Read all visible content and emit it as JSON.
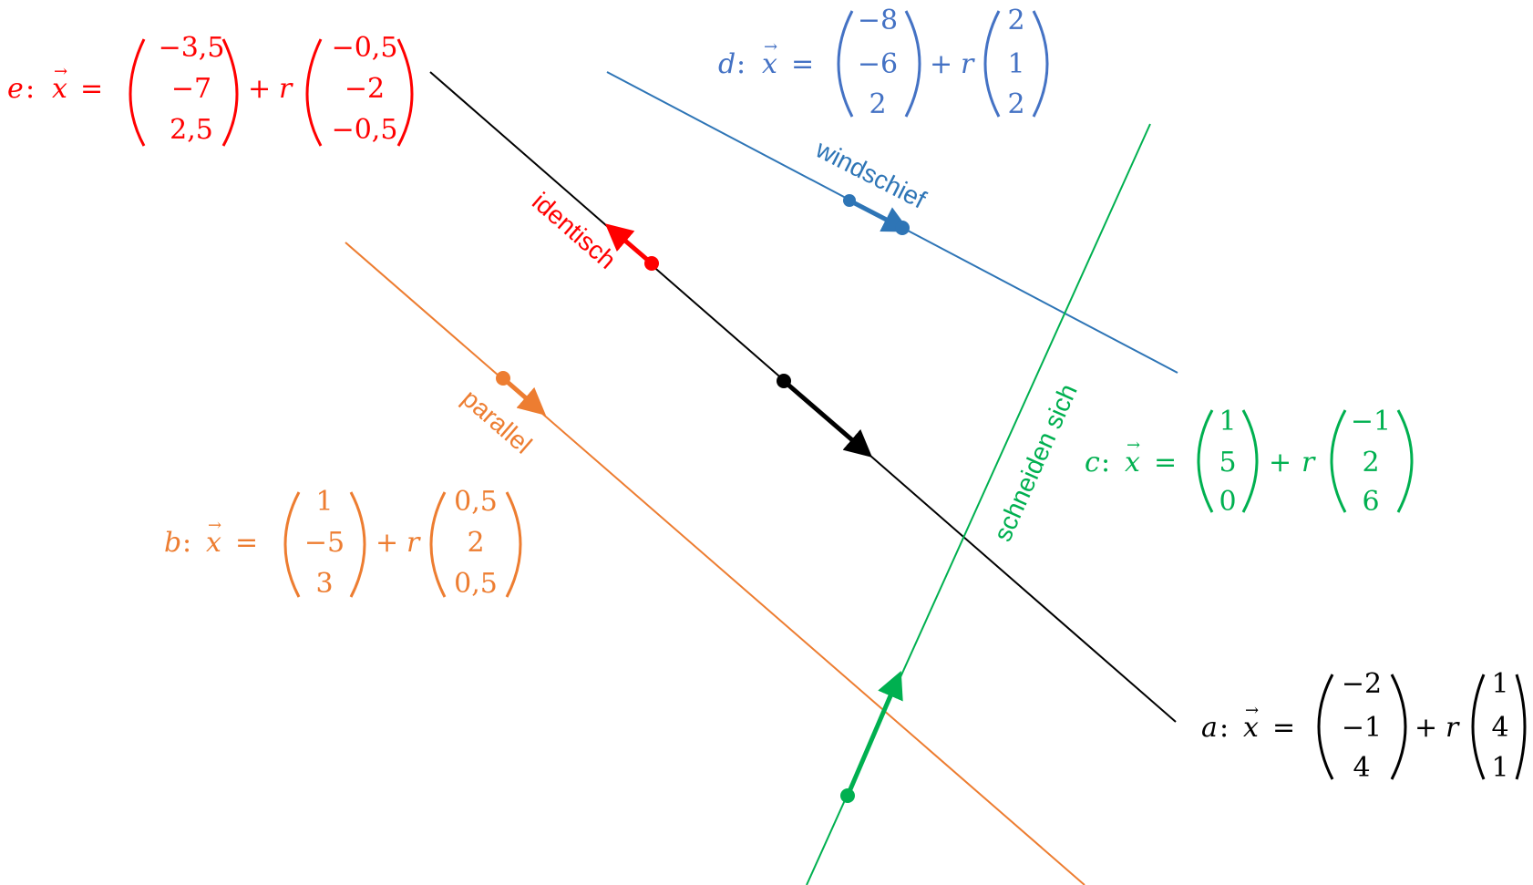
{
  "colors": {
    "line_a": "#000000",
    "line_b": "#ed7d31",
    "line_c": "#00b050",
    "line_d": "#2e75b6",
    "line_e": "#ff0000",
    "eq_d": "#4472c4",
    "eq_b": "#ed7d31"
  },
  "equations": {
    "e": {
      "name": "e",
      "colon": ":",
      "vec": "x",
      "arrow": "→",
      "eq": "=",
      "plus": "+",
      "param": "r",
      "support": [
        "−3,5",
        "−7",
        "2,5"
      ],
      "direction": [
        "−0,5",
        "−2",
        "−0,5"
      ]
    },
    "d": {
      "name": "d",
      "colon": ":",
      "vec": "x",
      "arrow": "→",
      "eq": "=",
      "plus": "+",
      "param": "r",
      "support": [
        "−8",
        "−6",
        "2"
      ],
      "direction": [
        "2",
        "1",
        "2"
      ]
    },
    "c": {
      "name": "c",
      "colon": ":",
      "vec": "x",
      "arrow": "→",
      "eq": "=",
      "plus": "+",
      "param": "r",
      "support": [
        "1",
        "5",
        "0"
      ],
      "direction": [
        "−1",
        "2",
        "6"
      ]
    },
    "b": {
      "name": "b",
      "colon": ":",
      "vec": "x",
      "arrow": "→",
      "eq": "=",
      "plus": "+",
      "param": "r",
      "support": [
        "1",
        "−5",
        "3"
      ],
      "direction": [
        "0,5",
        "2",
        "0,5"
      ]
    },
    "a": {
      "name": "a",
      "colon": ":",
      "vec": "x",
      "arrow": "→",
      "eq": "=",
      "plus": "+",
      "param": "r",
      "support": [
        "−2",
        "−1",
        "4"
      ],
      "direction": [
        "1",
        "4",
        "1"
      ]
    }
  },
  "relations": {
    "identical": "identisch",
    "skew": "windschief",
    "parallel": "parallel",
    "intersect": "schneiden sich"
  }
}
